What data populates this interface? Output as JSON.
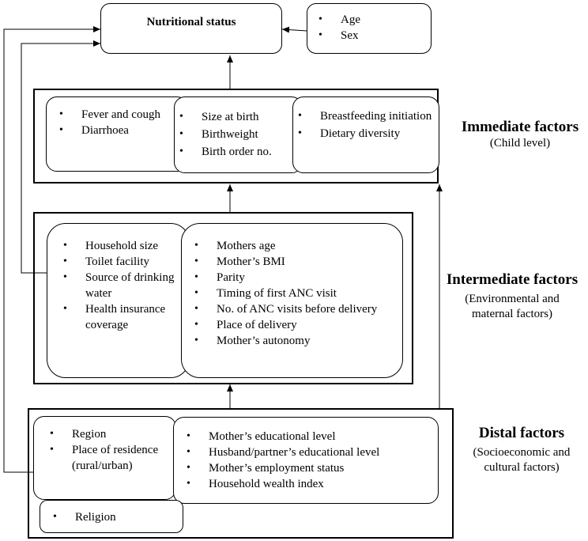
{
  "nutritional_status": "Nutritional status",
  "age_sex": [
    "Age",
    "Sex"
  ],
  "immediate": {
    "title": "Immediate factors",
    "subtitle": "(Child level)",
    "illness": [
      "Fever and cough",
      "Diarrhoea"
    ],
    "birth": [
      "Size at birth",
      "Birthweight",
      "Birth order no."
    ],
    "feeding": [
      "Breastfeeding initiation",
      "Dietary diversity"
    ]
  },
  "intermediate": {
    "title": "Intermediate factors",
    "subtitle_line1": "(Environmental and",
    "subtitle_line2": "maternal factors)",
    "environmental": [
      "Household size",
      "Toilet facility",
      "Source of drinking water",
      "Health insurance coverage"
    ],
    "maternal": [
      "Mothers age",
      "Mother’s BMI",
      "Parity",
      "Timing of first ANC visit",
      "No. of ANC visits before delivery",
      "Place of delivery",
      "Mother’s autonomy"
    ]
  },
  "distal": {
    "title": "Distal factors",
    "subtitle_line1": "(Socioeconomic and",
    "subtitle_line2": "cultural factors)",
    "location": [
      "Region",
      "Place of residence (rural/urban)"
    ],
    "socioeconomic": [
      "Mother’s educational level",
      "Husband/partner’s educational level",
      "Mother’s employment status",
      "Household wealth index"
    ],
    "religion": "Religion"
  }
}
